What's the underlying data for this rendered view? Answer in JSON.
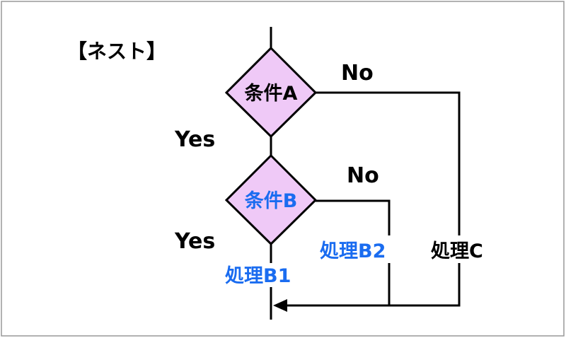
{
  "title": "【ネスト】",
  "condition_a": "条件A",
  "condition_b": "条件B",
  "no_a": "No",
  "no_b": "No",
  "yes_a": "Yes",
  "yes_b": "Yes",
  "process_b1": "処理B1",
  "process_b2": "処理B2",
  "process_c": "処理C",
  "colors": {
    "diamond_fill": "#efc9f7",
    "blue_text": "#1a6cf0",
    "line": "#000000",
    "border": "#999999"
  }
}
